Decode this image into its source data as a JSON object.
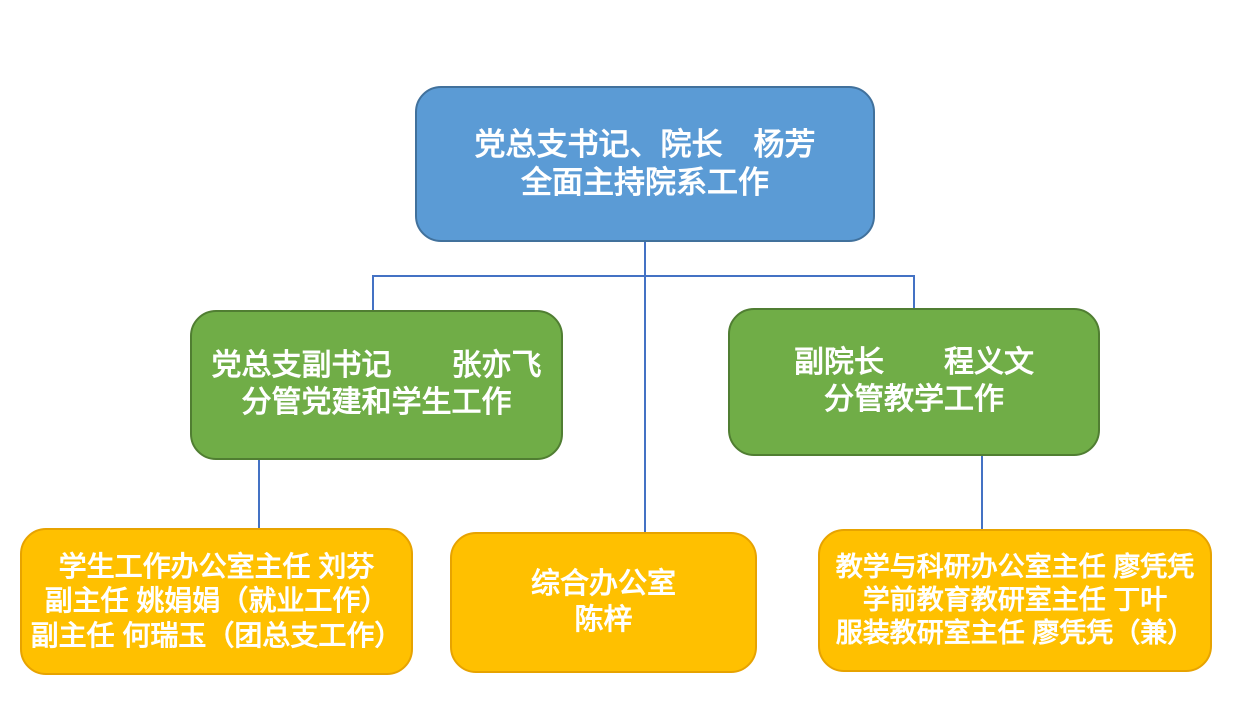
{
  "diagram": {
    "type": "org-chart",
    "background_color": "#FFFFFF",
    "connector_color": "#4472C4",
    "node_text_color": "#FFFFFF",
    "nodes": {
      "director": {
        "level": 1,
        "fill": "#5B9BD5",
        "border": "#41719C",
        "lines": [
          "党总支书记、院长　杨芳",
          "全面主持院系工作"
        ]
      },
      "deputy_secretary": {
        "level": 2,
        "fill": "#70AD47",
        "border": "#507E32",
        "lines": [
          "党总支副书记　　张亦飞",
          "分管党建和学生工作"
        ]
      },
      "vice_dean": {
        "level": 2,
        "fill": "#70AD47",
        "border": "#507E32",
        "lines": [
          "副院长　　程义文",
          "分管教学工作"
        ]
      },
      "student_affairs_office": {
        "level": 3,
        "fill": "#FFC000",
        "border": "#E7A300",
        "lines": [
          "学生工作办公室主任 刘芬",
          "副主任  姚娟娟（就业工作）",
          "副主任 何瑞玉（团总支工作）"
        ]
      },
      "general_office": {
        "level": 3,
        "fill": "#FFC000",
        "border": "#E7A300",
        "lines": [
          "综合办公室",
          "陈梓"
        ]
      },
      "teaching_research_office": {
        "level": 3,
        "fill": "#FFC000",
        "border": "#E7A300",
        "lines": [
          "教学与科研办公室主任 廖凭凭",
          "学前教育教研室主任 丁叶",
          "服装教研室主任 廖凭凭（兼）"
        ]
      }
    }
  }
}
